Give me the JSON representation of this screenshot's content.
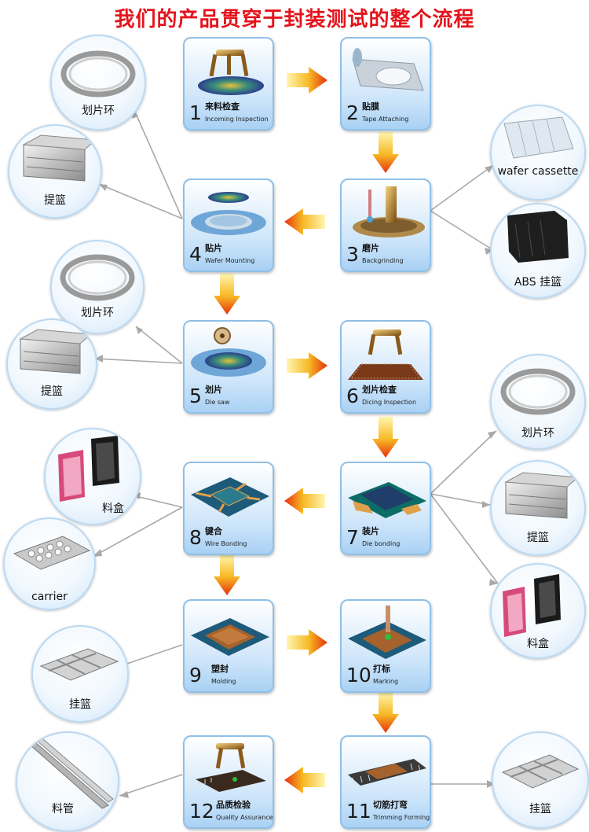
{
  "title": "我们的产品贯穿于封装测试的整个流程",
  "steps": [
    {
      "num": "1",
      "zh": "来料检查",
      "en": "Incoming Inspection"
    },
    {
      "num": "2",
      "zh": "贴膜",
      "en": "Tape Attaching"
    },
    {
      "num": "3",
      "zh": "磨片",
      "en": "Backgrinding"
    },
    {
      "num": "4",
      "zh": "贴片",
      "en": "Wafer Mounting"
    },
    {
      "num": "5",
      "zh": "划片",
      "en": "Die saw"
    },
    {
      "num": "6",
      "zh": "划片检查",
      "en": "Dicing Inspection"
    },
    {
      "num": "7",
      "zh": "装片",
      "en": "Die bonding"
    },
    {
      "num": "8",
      "zh": "键合",
      "en": "Wire Bonding"
    },
    {
      "num": "9",
      "zh": "塑封",
      "en": "Molding"
    },
    {
      "num": "10",
      "zh": "打标",
      "en": "Marking"
    },
    {
      "num": "11",
      "zh": "切筋打弯",
      "en": "Trimming Forming"
    },
    {
      "num": "12",
      "zh": "品质检验",
      "en": "Quality Assurance"
    }
  ],
  "products": {
    "b1": "划片环",
    "b2": "提篮",
    "b3": "wafer cassette",
    "b4": "ABS 挂篮",
    "b5": "划片环",
    "b6": "提篮",
    "b7": "划片环",
    "b8": "提篮",
    "b9": "料盒",
    "b10": "料盒",
    "b11": "carrier",
    "b12": "挂篮",
    "b13": "料管",
    "b14": "挂篮"
  },
  "colors": {
    "title": "#e4141c",
    "arrow_light": "#fff3a0",
    "arrow_dark": "#e8310c",
    "box_border": "#8fc0e8"
  }
}
